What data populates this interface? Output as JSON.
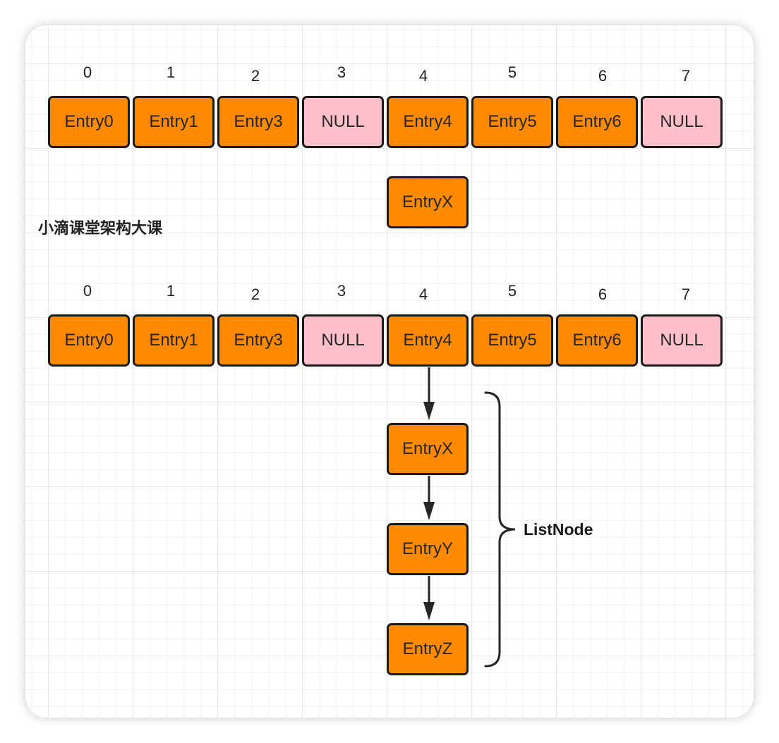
{
  "array1": {
    "indices": [
      "0",
      "1",
      "2",
      "3",
      "4",
      "5",
      "6",
      "7"
    ],
    "cells": [
      {
        "label": "Entry0",
        "type": "entry"
      },
      {
        "label": "Entry1",
        "type": "entry"
      },
      {
        "label": "Entry3",
        "type": "entry"
      },
      {
        "label": "NULL",
        "type": "null"
      },
      {
        "label": "Entry4",
        "type": "entry"
      },
      {
        "label": "Entry5",
        "type": "entry"
      },
      {
        "label": "Entry6",
        "type": "entry"
      },
      {
        "label": "NULL",
        "type": "null"
      }
    ]
  },
  "incoming_entry": "EntryX",
  "watermark": "小滴课堂架构大课",
  "array2": {
    "indices": [
      "0",
      "1",
      "2",
      "3",
      "4",
      "5",
      "6",
      "7"
    ],
    "cells": [
      {
        "label": "Entry0",
        "type": "entry"
      },
      {
        "label": "Entry1",
        "type": "entry"
      },
      {
        "label": "Entry3",
        "type": "entry"
      },
      {
        "label": "NULL",
        "type": "null"
      },
      {
        "label": "Entry4",
        "type": "entry"
      },
      {
        "label": "Entry5",
        "type": "entry"
      },
      {
        "label": "Entry6",
        "type": "entry"
      },
      {
        "label": "NULL",
        "type": "null"
      }
    ]
  },
  "chain": [
    "EntryX",
    "EntryY",
    "EntryZ"
  ],
  "brace_label": "ListNode",
  "colors": {
    "entry": "#ff8a00",
    "null": "#ffc0cb",
    "border": "#1a1a1a"
  }
}
